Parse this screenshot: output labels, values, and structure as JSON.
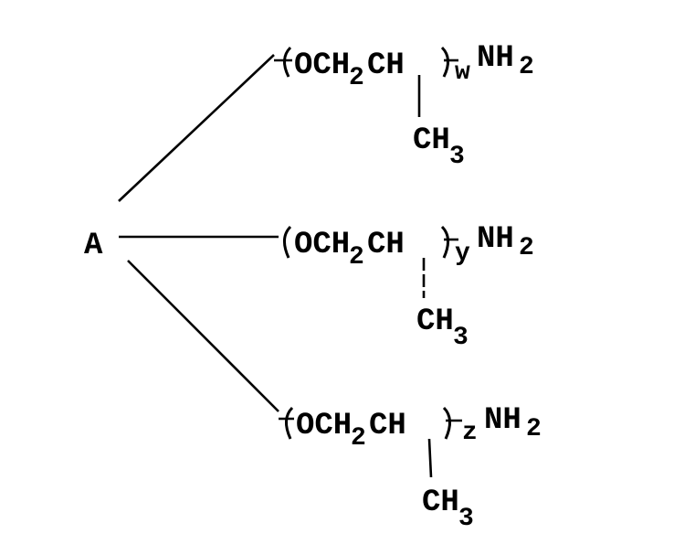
{
  "diagram": {
    "type": "chemical-structure",
    "core": {
      "label": "A"
    },
    "branches": [
      {
        "name": "top",
        "repeat_unit_main": "OCH",
        "repeat_unit_sub": "2",
        "repeat_unit_ch": "CH",
        "index": "w",
        "end_group_main": "NH",
        "end_group_sub": "2",
        "methyl_main": "CH",
        "methyl_sub": "3"
      },
      {
        "name": "middle",
        "repeat_unit_main": "OCH",
        "repeat_unit_sub": "2",
        "repeat_unit_ch": "CH",
        "index": "y",
        "end_group_main": "NH",
        "end_group_sub": "2",
        "methyl_main": "CH",
        "methyl_sub": "3"
      },
      {
        "name": "bottom",
        "repeat_unit_main": "OCH",
        "repeat_unit_sub": "2",
        "repeat_unit_ch": "CH",
        "index": "z",
        "end_group_main": "NH",
        "end_group_sub": "2",
        "methyl_main": "CH",
        "methyl_sub": "3"
      }
    ]
  }
}
